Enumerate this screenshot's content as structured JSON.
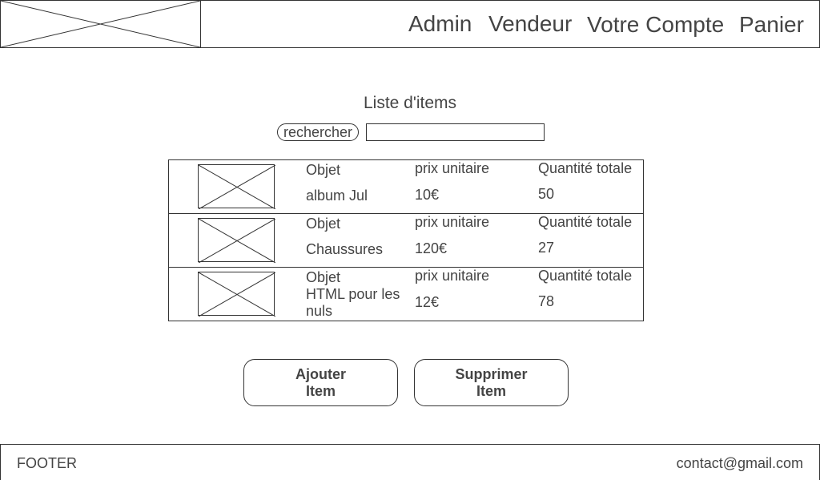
{
  "header": {
    "logo_icon": "image-placeholder-icon",
    "nav": {
      "admin": "Admin",
      "vendeur": "Vendeur",
      "account": "Votre Compte",
      "cart": "Panier"
    }
  },
  "main": {
    "title": "Liste d'items",
    "search": {
      "button_label": "rechercher",
      "value": "",
      "placeholder": ""
    },
    "columns": {
      "object": "Objet",
      "unit_price": "prix unitaire",
      "total_quantity": "Quantité totale"
    },
    "items": [
      {
        "name": "album Jul",
        "price": "10€",
        "quantity": "50"
      },
      {
        "name": "Chaussures",
        "price": "120€",
        "quantity": "27"
      },
      {
        "name": "HTML pour les nuls",
        "price": "12€",
        "quantity": "78"
      }
    ],
    "actions": {
      "add": "Ajouter Item",
      "delete": "Supprimer Item"
    }
  },
  "footer": {
    "label": "FOOTER",
    "contact": "contact@gmail.com"
  },
  "colors": {
    "border": "#333333",
    "text": "#444444",
    "background": "#ffffff"
  }
}
